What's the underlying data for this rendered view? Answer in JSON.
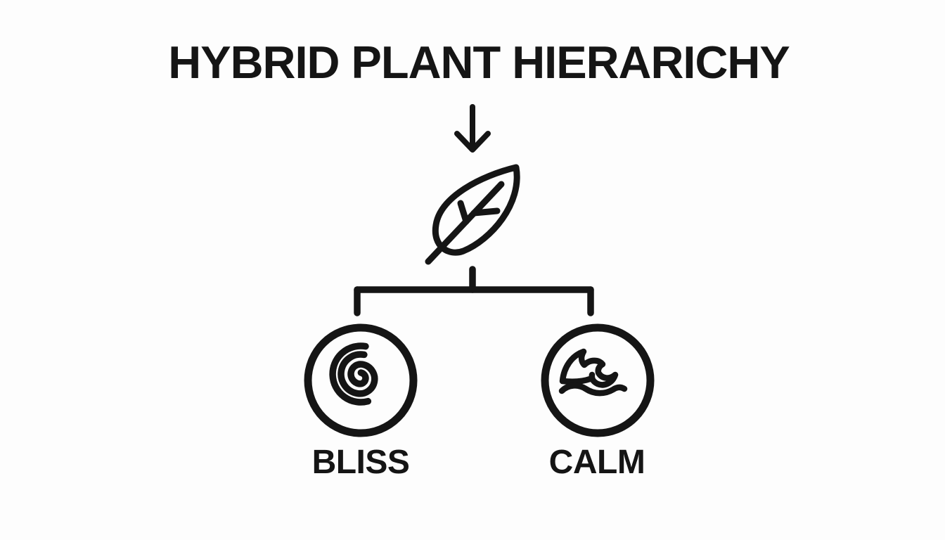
{
  "title": "HYBRID PLANT HIERARICHY",
  "diagram": {
    "arrow_icon": "arrow-down",
    "root": {
      "icon": "leaf"
    },
    "children": [
      {
        "id": "bliss",
        "label": "BLISS",
        "icon": "spiral"
      },
      {
        "id": "calm",
        "label": "CALM",
        "icon": "ocean-wave"
      }
    ]
  },
  "colors": {
    "ink": "#151515",
    "background": "#fdfdfd"
  }
}
